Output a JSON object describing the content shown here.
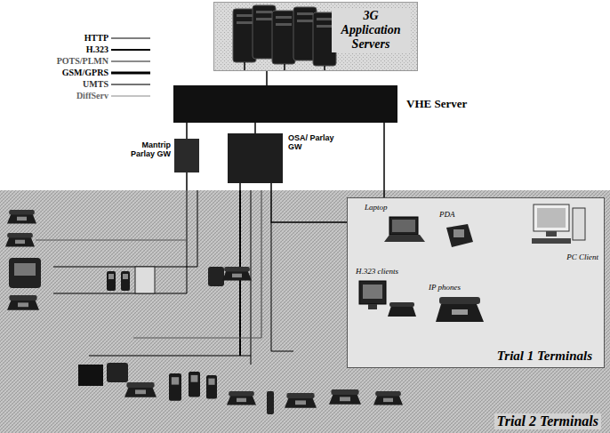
{
  "diagram": {
    "nodes": [
      {
        "text": [
          "3G Application Servers"
        ]
      },
      {
        "text": [
          "VHE Server"
        ]
      },
      {
        "text": [
          "Mantrip Parlay GW"
        ]
      },
      {
        "text": [
          "OSA/ Parlay GW"
        ]
      },
      {
        "text": [
          "Trial 2 Terminals"
        ]
      },
      {
        "text": [
          "Trial 1 Terminals"
        ],
        "in": 4
      },
      {
        "text": [
          "Laptop"
        ],
        "in": 5
      },
      {
        "text": [
          "PDA"
        ],
        "in": 5
      },
      {
        "text": [
          "PC Client"
        ],
        "in": 5
      },
      {
        "text": [
          "H.323 clients"
        ],
        "in": 5
      },
      {
        "text": [
          "IP phones"
        ],
        "in": 5
      }
    ],
    "edges": [
      {
        "from": 0,
        "to": 1,
        "arrow": "none"
      },
      {
        "from": 1,
        "to": 2,
        "arrow": "none"
      },
      {
        "from": 1,
        "to": 3,
        "arrow": "none"
      },
      {
        "from": 1,
        "to": 5,
        "arrow": "none"
      },
      {
        "from": 2,
        "to": 4,
        "arrow": "none"
      },
      {
        "from": 3,
        "to": 4,
        "arrow": "none"
      },
      {
        "from": 3,
        "to": 5,
        "arrow": "none"
      }
    ],
    "legend": [
      {
        "text": "HTTP"
      },
      {
        "text": "H.323"
      },
      {
        "text": "POTS/PLMN"
      },
      {
        "text": "GSM/GPRS"
      },
      {
        "text": "UMTS"
      },
      {
        "text": "DiffServ"
      }
    ]
  }
}
